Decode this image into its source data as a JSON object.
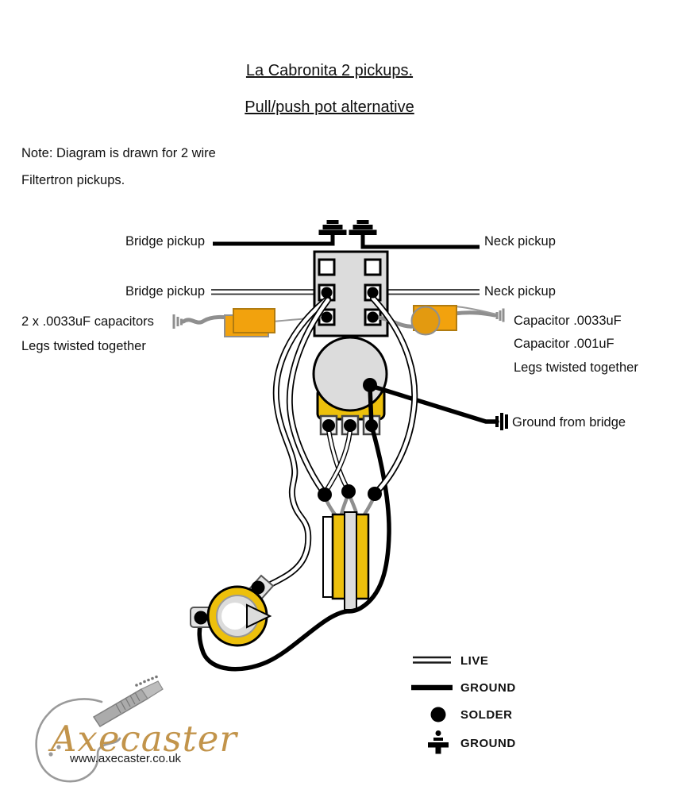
{
  "title": {
    "line1": "La Cabronita 2 pickups.",
    "line2": "Pull/push pot alternative"
  },
  "note": {
    "line1": "Note: Diagram is drawn for 2 wire",
    "line2": "Filtertron pickups."
  },
  "diagram": {
    "pickup_ground_left": "Bridge pickup",
    "pickup_ground_right": "Neck pickup",
    "pickup_live_left": "Bridge pickup",
    "pickup_live_right": "Neck pickup",
    "left_capacitors": {
      "line1": "2 x .0033uF capacitors",
      "line2": "Legs twisted together"
    },
    "right_capacitors": {
      "line1": "Capacitor .0033uF",
      "line2": "Capacitor .001uF",
      "line3": "Legs twisted together"
    },
    "ground_from_bridge": "Ground from bridge"
  },
  "legend": {
    "items": [
      {
        "symbol": "live-wire-symbol",
        "label": "LIVE"
      },
      {
        "symbol": "ground-wire-symbol",
        "label": "GROUND"
      },
      {
        "symbol": "solder-dot-symbol",
        "label": "SOLDER"
      },
      {
        "symbol": "ground-earth-symbol",
        "label": "GROUND"
      }
    ]
  },
  "branding": {
    "name": "Axecaster",
    "url": "www.axecaster.co.uk",
    "logo_color": "#C2944B"
  },
  "colors": {
    "capacitor_orange": "#F2A20D",
    "capacitor_orange_dark": "#E39A10",
    "pot_yellow": "#EDC00C",
    "component_gray": "#DCDCDC",
    "wire_gray": "#8F8F8F",
    "ground_black": "#000000"
  }
}
